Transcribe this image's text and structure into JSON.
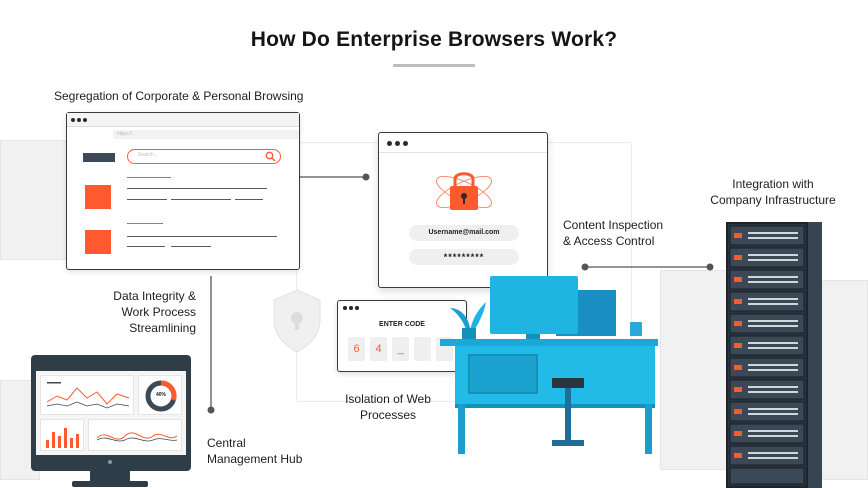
{
  "title": "How Do Enterprise Browsers Work?",
  "labels": {
    "segregation": "Segregation of Corporate & Personal Browsing",
    "integrity_l1": "Data Integrity &",
    "integrity_l2": "Work Process",
    "integrity_l3": "Streamlining",
    "central_l1": "Central",
    "central_l2": "Management Hub",
    "isolation_l1": "Isolation of Web",
    "isolation_l2": "Processes",
    "content_l1": "Content Inspection",
    "content_l2": "& Access Control",
    "integration_l1": "Integration with",
    "integration_l2": "Company Infrastructure"
  },
  "browser": {
    "url_text": "https://",
    "search_placeholder": "Search..."
  },
  "login": {
    "username": "Username@mail.com",
    "password": "*********"
  },
  "otp": {
    "title": "ENTER CODE",
    "digits": [
      "6",
      "4",
      "_",
      "",
      ""
    ]
  },
  "dashboard": {
    "gauge_value": "40%"
  },
  "colors": {
    "accent": "#ff5a2f",
    "desk": "#22bbe8",
    "dark": "#2f3d49",
    "rack": "#2a3440"
  },
  "icons": [
    "search-icon",
    "lock-icon",
    "shield-icon",
    "server-rack-icon",
    "monitor-icon"
  ]
}
